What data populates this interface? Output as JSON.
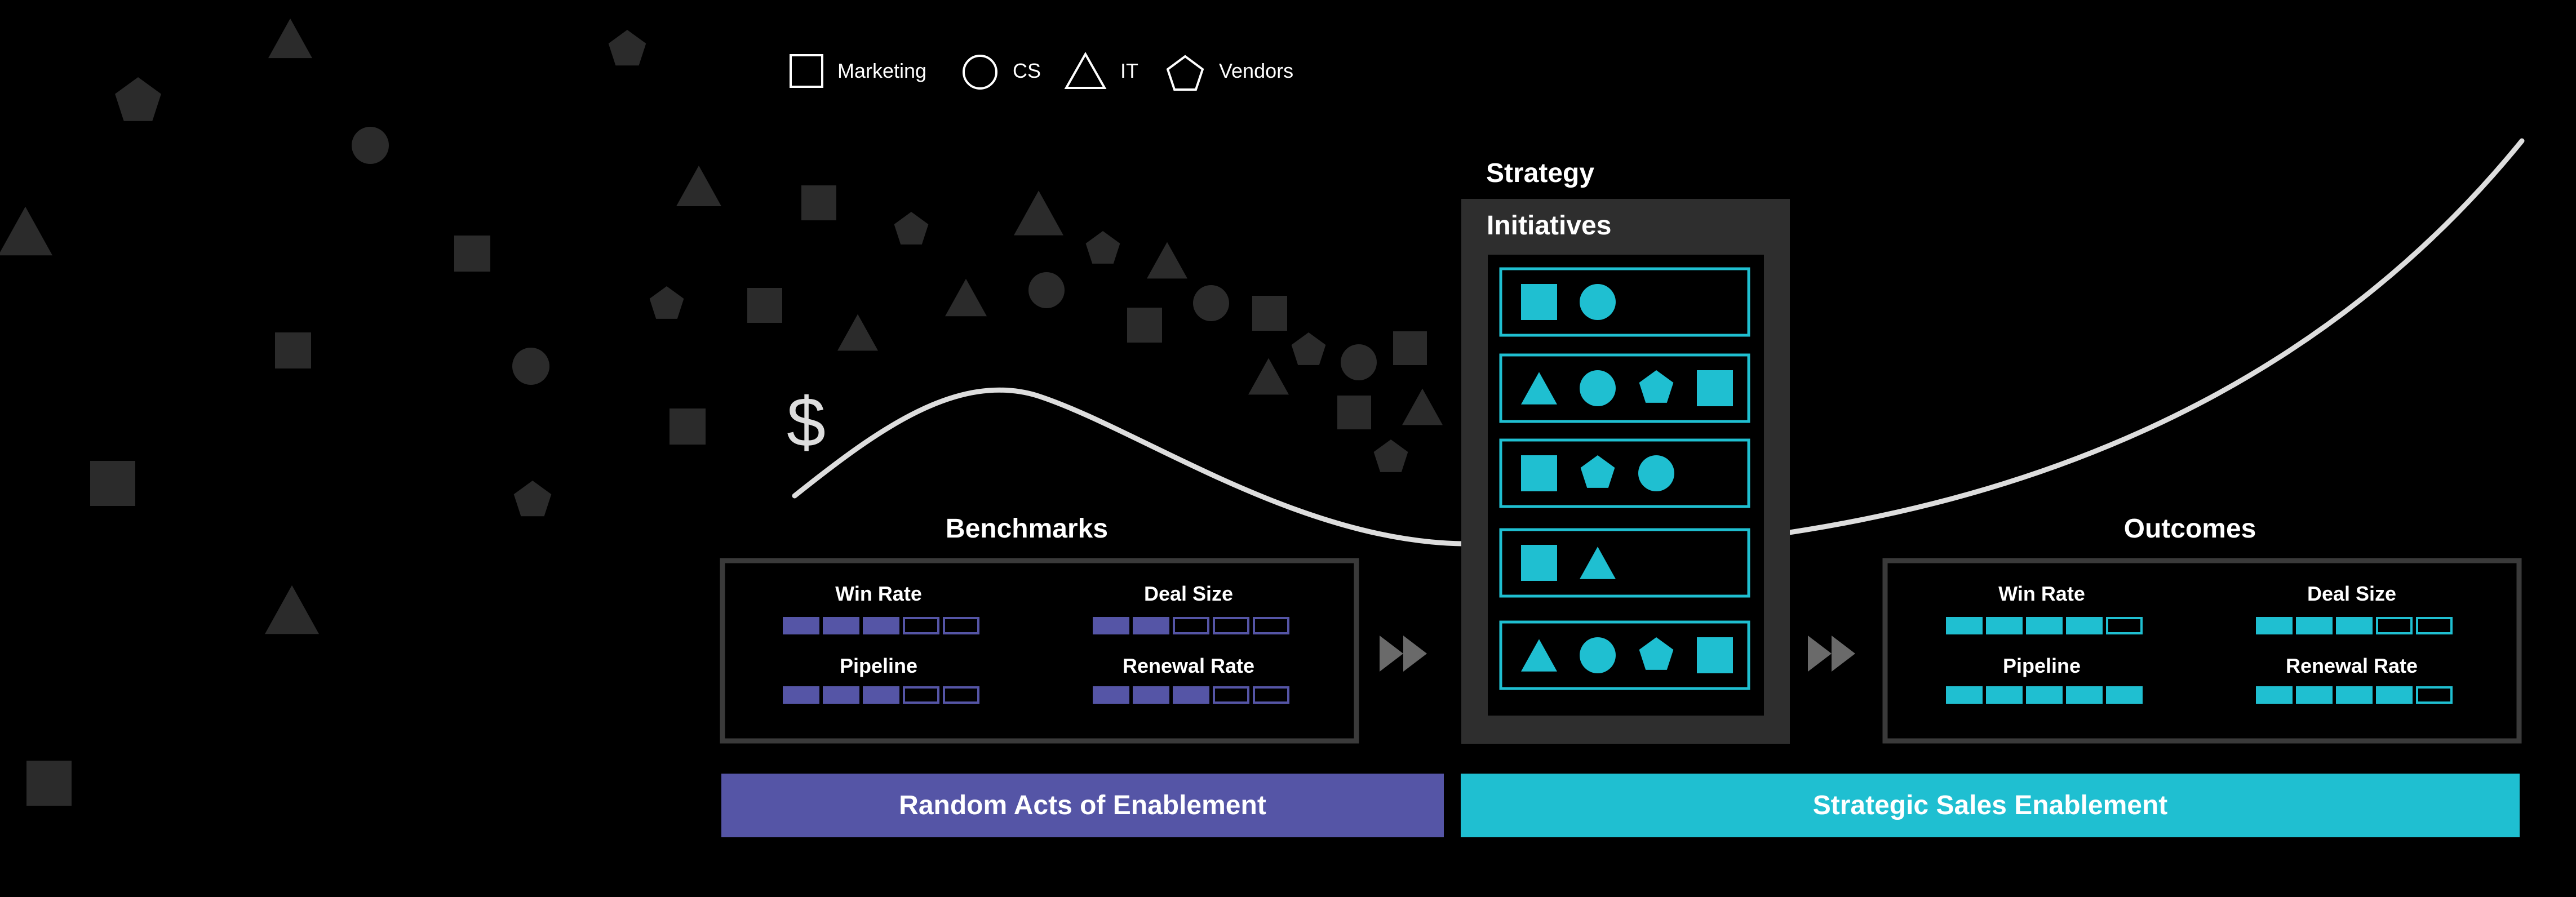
{
  "legend": [
    {
      "shape": "square",
      "label": "Marketing"
    },
    {
      "shape": "circle",
      "label": "CS"
    },
    {
      "shape": "triangle",
      "label": "IT"
    },
    {
      "shape": "pentagon",
      "label": "Vendors"
    }
  ],
  "dollar_sign": "$",
  "strategy": {
    "title": "Strategy",
    "subtitle": "Initiatives",
    "initiatives": [
      [
        "square",
        "circle"
      ],
      [
        "triangle",
        "circle",
        "pentagon",
        "square"
      ],
      [
        "square",
        "pentagon",
        "circle"
      ],
      [
        "square",
        "triangle"
      ],
      [
        "triangle",
        "circle",
        "pentagon",
        "square"
      ]
    ]
  },
  "benchmarks": {
    "title": "Benchmarks",
    "metrics": [
      {
        "label": "Win Rate",
        "filled": 3,
        "total": 5
      },
      {
        "label": "Deal Size",
        "filled": 2,
        "total": 5
      },
      {
        "label": "Pipeline",
        "filled": 3,
        "total": 5
      },
      {
        "label": "Renewal Rate",
        "filled": 3,
        "total": 5
      }
    ]
  },
  "outcomes": {
    "title": "Outcomes",
    "metrics": [
      {
        "label": "Win Rate",
        "filled": 4,
        "total": 5
      },
      {
        "label": "Deal Size",
        "filled": 3,
        "total": 5
      },
      {
        "label": "Pipeline",
        "filled": 5,
        "total": 5
      },
      {
        "label": "Renewal Rate",
        "filled": 4,
        "total": 5
      }
    ]
  },
  "banners": {
    "left": "Random Acts of Enablement",
    "right": "Strategic Sales Enablement"
  },
  "colors": {
    "background": "#000000",
    "scatter_shapes": "#2b2b2b",
    "purple": "#5555a6",
    "teal": "#1fbfd1",
    "curve": "#dddddd",
    "panel": "#2e2e2e",
    "arrow": "#6a6a6a"
  }
}
